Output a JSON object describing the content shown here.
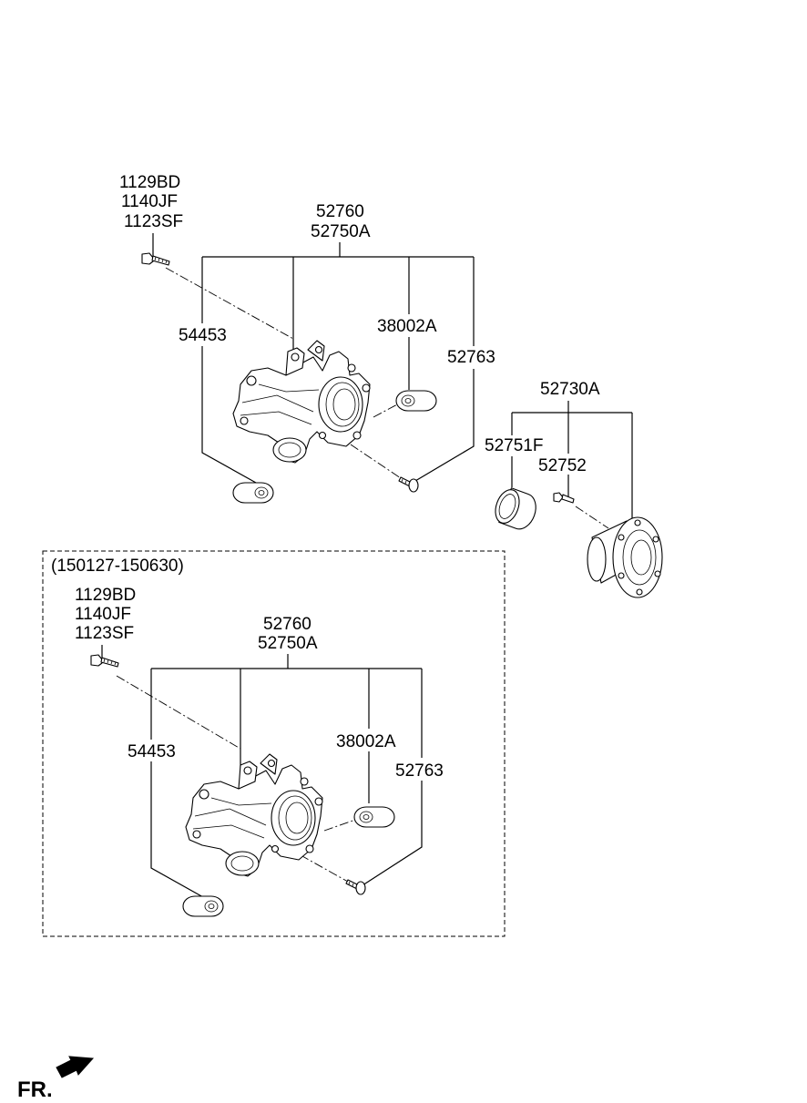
{
  "main_assembly": {
    "bolt_codes": [
      "1129BD",
      "1140JF",
      "1123SF"
    ],
    "knuckle_codes": [
      "52760",
      "52750A"
    ],
    "bushing_lower": "54453",
    "bushing_upper": "38002A",
    "stud": "52763"
  },
  "hub_assembly": {
    "hub_code": "52730A",
    "cap": "52751F",
    "hub_bolt": "52752"
  },
  "variant_assembly": {
    "date_range": "(150127-150630)",
    "bolt_codes": [
      "1129BD",
      "1140JF",
      "1123SF"
    ],
    "knuckle_codes": [
      "52760",
      "52750A"
    ],
    "bushing_lower": "54453",
    "bushing_upper": "38002A",
    "stud": "52763"
  },
  "front_indicator": {
    "label": "FR.",
    "icon": "front-arrow-icon"
  }
}
